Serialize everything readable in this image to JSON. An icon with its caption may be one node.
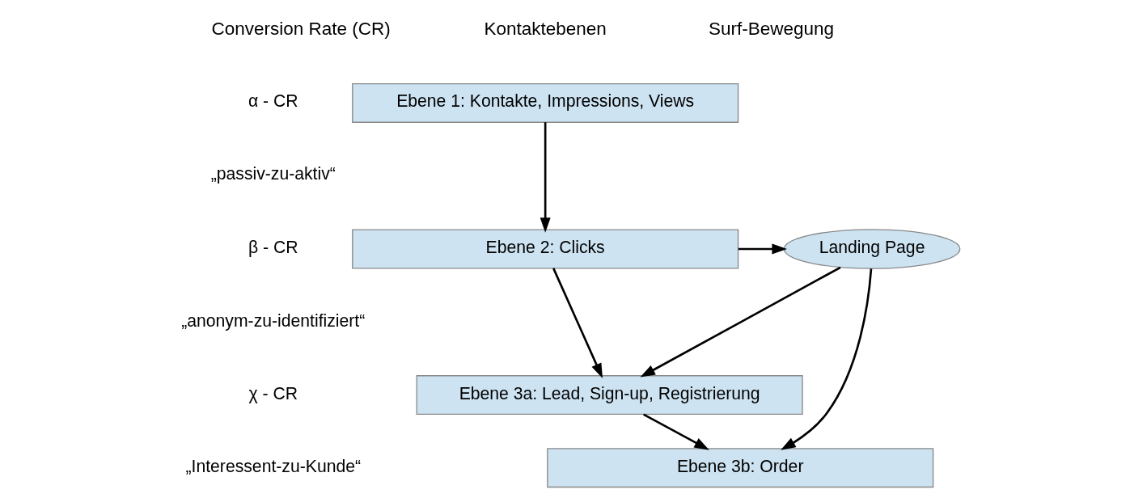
{
  "diagram": {
    "nodes": [
      {
        "text": [
          "Ebene 1: Kontakte, Impressions, Views"
        ]
      },
      {
        "text": [
          "Ebene 2: Clicks"
        ]
      },
      {
        "text": [
          "Ebene 3a: Lead, Sign-up, Registrierung"
        ]
      },
      {
        "text": [
          "Ebene 3b: Order"
        ]
      },
      {
        "text": [
          "Landing Page"
        ]
      }
    ],
    "edges": [
      {
        "from": 0,
        "to": 1,
        "arrow": "to"
      },
      {
        "from": 1,
        "to": 2,
        "arrow": "to"
      },
      {
        "from": 2,
        "to": 3,
        "arrow": "to"
      },
      {
        "from": 1,
        "to": 4,
        "arrow": "to"
      },
      {
        "from": 4,
        "to": 2,
        "arrow": "to"
      },
      {
        "from": 4,
        "to": 3,
        "arrow": "to"
      }
    ],
    "labels": [
      "Conversion Rate (CR)",
      "Kontaktebenen",
      "Surf-Bewegung",
      "α - CR",
      "„passiv-zu-aktiv“",
      "β - CR",
      "„anonym-zu-identifiziert“",
      "χ - CR",
      "„Interessent-zu-Kunde“"
    ]
  }
}
